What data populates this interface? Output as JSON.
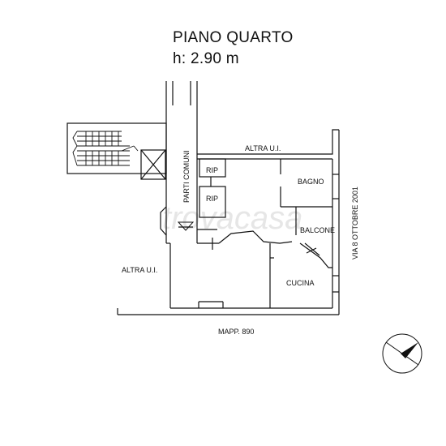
{
  "header": {
    "title": "PIANO QUARTO",
    "height": "h: 2.90 m"
  },
  "rooms": {
    "altra_ui_top": "ALTRA U.I.",
    "altra_ui_left": "ALTRA U.I.",
    "rip_1": "RIP",
    "rip_2": "RIP",
    "bagno": "BAGNO",
    "balcone": "BALCONE",
    "cucina": "CUCINA",
    "parti_comuni": "PARTI COMUNI",
    "street": "VIA 8 OTTOBRE 2001",
    "mapp": "MAPP. 890"
  },
  "watermark": "trovacasa",
  "colors": {
    "ink": "#111111",
    "wall_fill": "#ffffff",
    "watermark": "#d9d9d9"
  },
  "compass": {
    "icon": "north-arrow-icon"
  }
}
